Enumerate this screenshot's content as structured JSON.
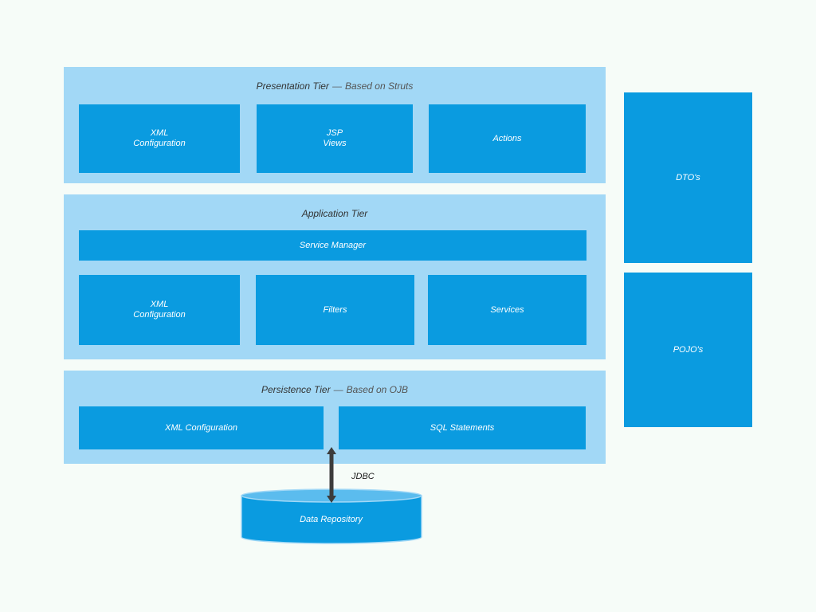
{
  "colors": {
    "background": "#f6fcf8",
    "tier_fill": "#a2d8f6",
    "component_fill": "#0a9be0",
    "database_top": "#5bbcee",
    "arrow": "#3c3c3c"
  },
  "presentation_tier": {
    "title": "Presentation Tier",
    "separator": "—",
    "subtitle": "Based on Struts",
    "components": [
      {
        "line1": "XML",
        "line2": "Configuration"
      },
      {
        "line1": "JSP",
        "line2": "Views"
      },
      {
        "line1": "Actions",
        "line2": ""
      }
    ]
  },
  "application_tier": {
    "title": "Application Tier",
    "service_manager": "Service Manager",
    "components": [
      {
        "line1": "XML",
        "line2": "Configuration"
      },
      {
        "line1": "Filters",
        "line2": ""
      },
      {
        "line1": "Services",
        "line2": ""
      }
    ]
  },
  "persistence_tier": {
    "title": "Persistence Tier",
    "separator": "—",
    "subtitle": "Based on OJB",
    "components": [
      {
        "label": "XML Configuration"
      },
      {
        "label": "SQL Statements"
      }
    ]
  },
  "side_boxes": {
    "dtos": "DTO's",
    "pojos": "POJO's"
  },
  "connector": {
    "label": "JDBC"
  },
  "database": {
    "label": "Data Repository"
  }
}
